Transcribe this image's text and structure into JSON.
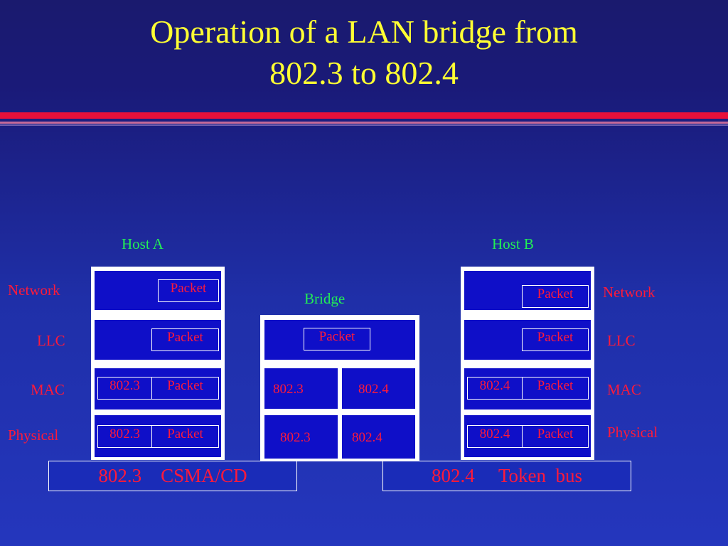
{
  "title_line1": "Operation of a LAN bridge from",
  "title_line2": "802.3 to 802.4",
  "colors": {
    "title": "#ffff33",
    "red_text": "#ff1a3a",
    "green_text": "#22ee55",
    "rule": "#e8103a"
  },
  "hostA": {
    "label": "Host  A",
    "layers": {
      "network": "Network",
      "llc": "LLC",
      "mac": "MAC",
      "physical": "Physical"
    },
    "network_packet": "Packet",
    "llc_packet": "Packet",
    "mac_header": "802.3",
    "mac_packet": "Packet",
    "phys_header": "802.3",
    "phys_packet": "Packet"
  },
  "bridge": {
    "label": "Bridge",
    "llc_packet": "Packet",
    "mac_left": "802.3",
    "mac_right": "802.4",
    "phys_left": "802.3",
    "phys_right": "802.4"
  },
  "hostB": {
    "label": "Host  B",
    "layers": {
      "network": "Network",
      "llc": "LLC",
      "mac": "MAC",
      "physical": "Physical"
    },
    "network_packet": "Packet",
    "llc_packet": "Packet",
    "mac_header": "802.4",
    "mac_packet": "Packet",
    "phys_header": "802.4",
    "phys_packet": "Packet"
  },
  "medium_left": "802.3    CSMA/CD",
  "medium_right": "802.4     Token  bus"
}
